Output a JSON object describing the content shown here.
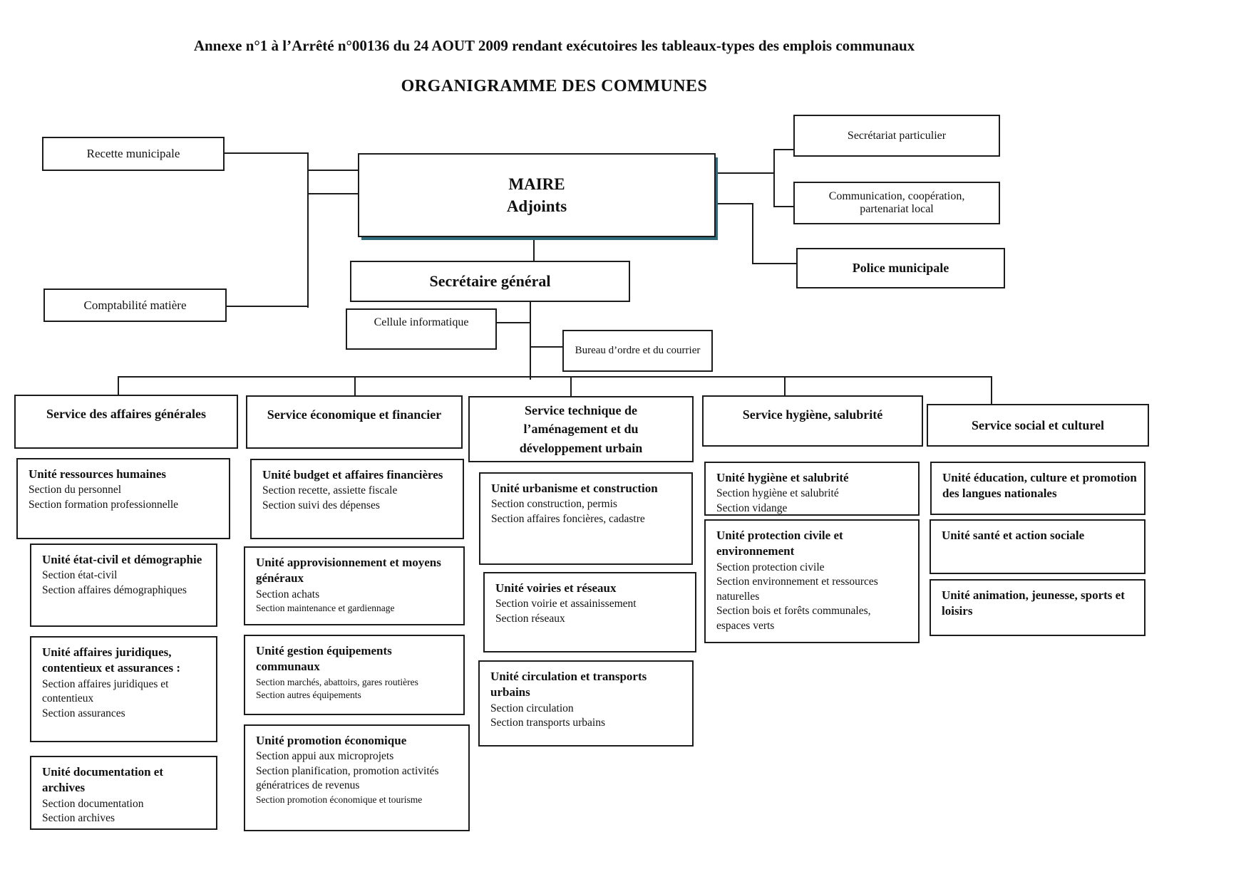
{
  "header": {
    "title": "Annexe n°1 à l’Arrêté n°00136 du 24 AOUT 2009 rendant exécutoires les tableaux-types des emplois communaux",
    "subtitle": "ORGANIGRAMME DES COMMUNES"
  },
  "colors": {
    "background": "#ffffff",
    "line": "#1c1c1c",
    "box_border": "#1c1c1c",
    "maire_shadow": "#2e6b7a"
  },
  "nodes": {
    "recette": "Recette municipale",
    "comptabilite": "Comptabilité matière",
    "maire": "MAIRE\nAdjoints",
    "secretariat_particulier": "Secrétariat particulier",
    "communication": "Communication, coopération,\npartenariat local",
    "police": "Police municipale",
    "secretaire_general": "Secrétaire général",
    "cellule_informatique": "Cellule informatique",
    "bureau_ordre": "Bureau d’ordre et du courrier"
  },
  "services": [
    {
      "label": "Service des affaires générales"
    },
    {
      "label": "Service économique et financier"
    },
    {
      "label": "Service technique de\nl’aménagement et du\ndéveloppement urbain"
    },
    {
      "label": "Service hygiène, salubrité"
    },
    {
      "label": "Service social et culturel"
    }
  ],
  "units": {
    "u11": {
      "title": "Unité ressources humaines",
      "sections": [
        "Section du personnel",
        "Section formation professionnelle"
      ]
    },
    "u12": {
      "title": "Unité état-civil et démographie",
      "sections": [
        "Section état-civil",
        "Section affaires démographiques"
      ]
    },
    "u13": {
      "title": "Unité affaires juridiques,\ncontentieux et assurances :",
      "sections": [
        "Section affaires juridiques et\ncontentieux",
        "Section assurances"
      ]
    },
    "u14": {
      "title": "Unité documentation et\narchives",
      "sections": [
        "Section documentation",
        "Section archives"
      ]
    },
    "u21": {
      "title": "Unité budget et affaires financières",
      "sections": [
        "Section recette, assiette fiscale",
        "Section suivi des dépenses"
      ]
    },
    "u22": {
      "title": "Unité approvisionnement et moyens\ngénéraux",
      "sections": [
        "Section achats",
        "Section maintenance et gardiennage"
      ]
    },
    "u23": {
      "title": "Unité gestion équipements communaux",
      "sections": [
        "Section marchés, abattoirs, gares routières",
        "Section autres équipements"
      ]
    },
    "u24": {
      "title": "Unité promotion économique",
      "sections": [
        "Section appui aux microprojets",
        "Section planification, promotion activités\ngénératrices de revenus",
        "Section promotion économique et tourisme"
      ]
    },
    "u31": {
      "title": "Unité urbanisme et construction",
      "sections": [
        "Section construction, permis",
        "Section affaires foncières, cadastre"
      ]
    },
    "u32": {
      "title": "Unité voiries et réseaux",
      "sections": [
        "Section voirie et assainissement",
        "Section réseaux"
      ]
    },
    "u33": {
      "title": "Unité circulation et transports\nurbains",
      "sections": [
        "Section circulation",
        "Section transports urbains"
      ]
    },
    "u41": {
      "title": "Unité hygiène et salubrité",
      "sections": [
        "Section hygiène et salubrité",
        "Section vidange"
      ]
    },
    "u42": {
      "title": "Unité protection civile et\nenvironnement",
      "sections": [
        "Section protection civile",
        "Section environnement et ressources\nnaturelles",
        "Section bois et forêts communales,\nespaces verts"
      ]
    },
    "u51": {
      "title": "Unité éducation, culture et promotion\ndes langues nationales",
      "sections": []
    },
    "u52": {
      "title": "Unité santé et action sociale",
      "sections": []
    },
    "u53": {
      "title": "Unité animation, jeunesse, sports et\nloisirs",
      "sections": []
    }
  }
}
